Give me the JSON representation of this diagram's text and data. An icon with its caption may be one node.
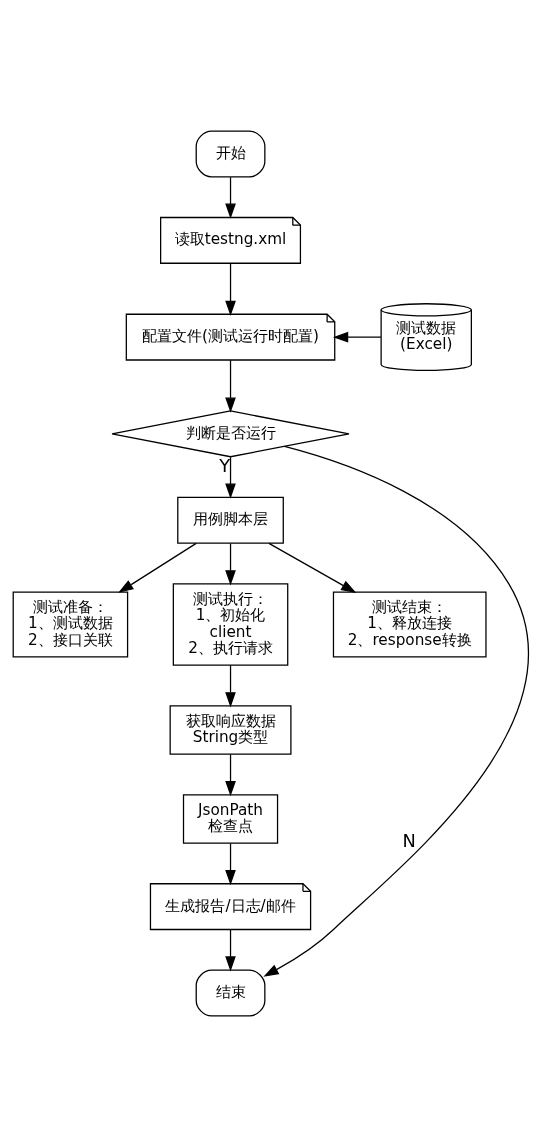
{
  "diagram": {
    "nodes": [
      {
        "text": [
          "开始"
        ]
      },
      {
        "text": [
          "读取testng.xml"
        ]
      },
      {
        "text": [
          "配置文件(测试运行时配置)"
        ]
      },
      {
        "text": [
          "测试数据 (Excel)"
        ]
      },
      {
        "text": [
          "判断是否运行"
        ]
      },
      {
        "text": [
          "用例脚本层"
        ]
      },
      {
        "text": [
          "测试准备： 1、测试数据 2、接口关联"
        ]
      },
      {
        "text": [
          "测试执行： 1、初始化 client 2、执行请求"
        ]
      },
      {
        "text": [
          "测试结束： 1、释放连接 2、response转换"
        ]
      },
      {
        "text": [
          "获取响应数据 String类型"
        ]
      },
      {
        "text": [
          "JsonPath 检查点"
        ]
      },
      {
        "text": [
          "生成报告/日志/邮件"
        ]
      },
      {
        "text": [
          "结束"
        ]
      }
    ],
    "edges": [
      {
        "from": 0,
        "to": 1,
        "arrow": "to"
      },
      {
        "from": 1,
        "to": 2,
        "arrow": "to"
      },
      {
        "from": 3,
        "to": 2,
        "arrow": "to"
      },
      {
        "from": 2,
        "to": 4,
        "arrow": "to"
      },
      {
        "from": 4,
        "to": 5,
        "arrow": "to",
        "label": "Y"
      },
      {
        "from": 4,
        "to": 12,
        "arrow": "to",
        "label": "N"
      },
      {
        "from": 5,
        "to": 6,
        "arrow": "to"
      },
      {
        "from": 5,
        "to": 7,
        "arrow": "to"
      },
      {
        "from": 5,
        "to": 8,
        "arrow": "to"
      },
      {
        "from": 7,
        "to": 9,
        "arrow": "to"
      },
      {
        "from": 9,
        "to": 10,
        "arrow": "to"
      },
      {
        "from": 10,
        "to": 11,
        "arrow": "to"
      },
      {
        "from": 11,
        "to": 12,
        "arrow": "to"
      }
    ]
  }
}
